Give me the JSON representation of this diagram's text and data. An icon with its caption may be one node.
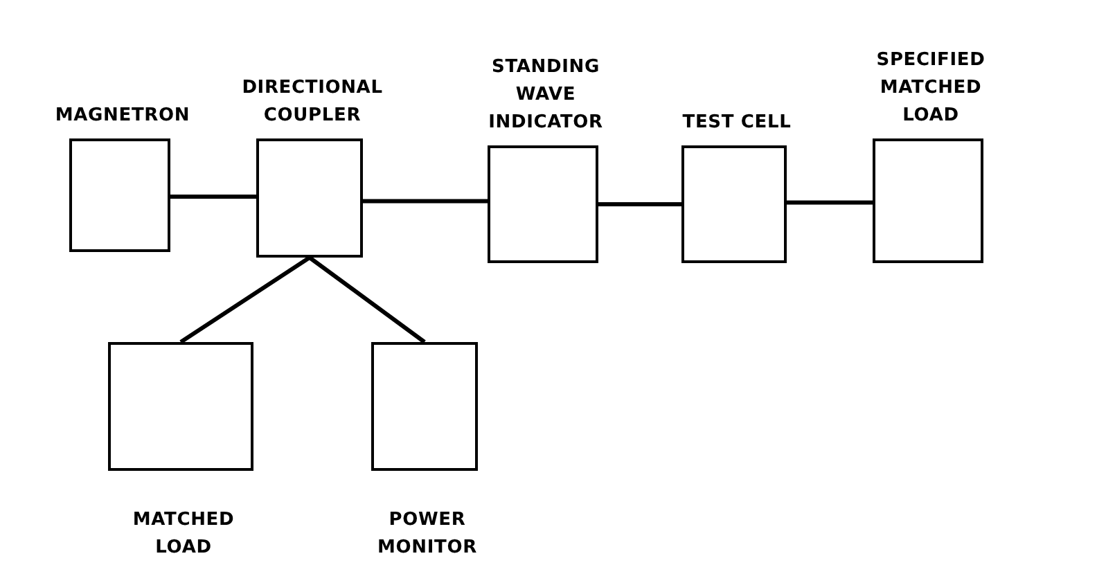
{
  "diagram": {
    "nodes": [
      {
        "text": [
          "MAGNETRON"
        ]
      },
      {
        "text": [
          "DIRECTIONAL COUPLER"
        ]
      },
      {
        "text": [
          "STANDING WAVE INDICATOR"
        ]
      },
      {
        "text": [
          "TEST CELL"
        ]
      },
      {
        "text": [
          "SPECIFIED MATCHED LOAD"
        ]
      },
      {
        "text": [
          "MATCHED LOAD"
        ]
      },
      {
        "text": [
          "POWER MONITOR"
        ]
      }
    ],
    "edges": [
      {
        "from": 0,
        "to": 1,
        "arrow": "none"
      },
      {
        "from": 1,
        "to": 2,
        "arrow": "none"
      },
      {
        "from": 2,
        "to": 3,
        "arrow": "none"
      },
      {
        "from": 3,
        "to": 4,
        "arrow": "none"
      },
      {
        "from": 1,
        "to": 5,
        "arrow": "none"
      },
      {
        "from": 1,
        "to": 6,
        "arrow": "none"
      }
    ]
  }
}
